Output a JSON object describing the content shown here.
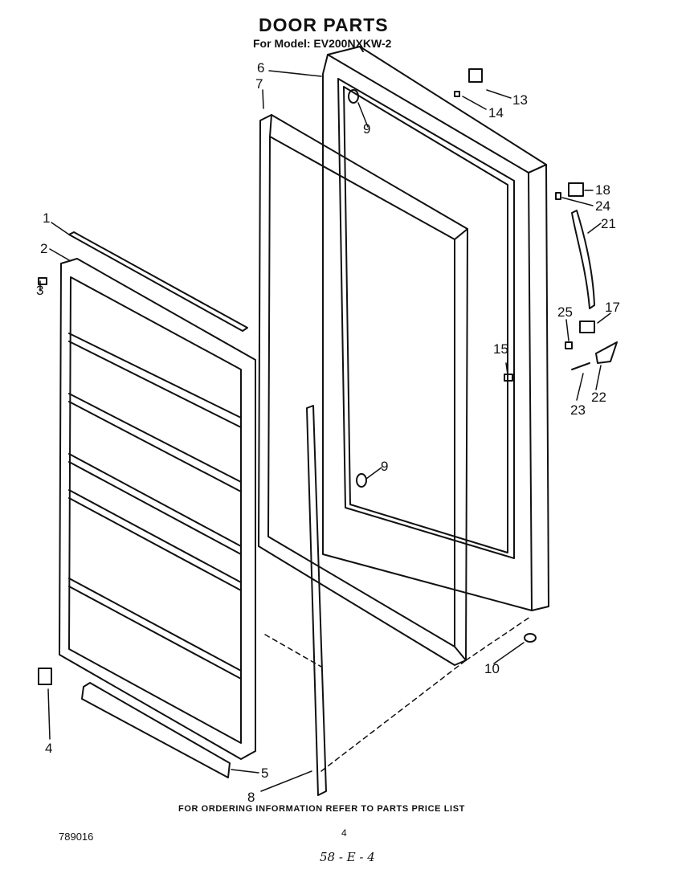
{
  "header": {
    "title": "DOOR PARTS",
    "model_line": "For Model: EV200NXKW-2"
  },
  "footer": {
    "ordering_note": "FOR ORDERING INFORMATION REFER TO PARTS PRICE LIST",
    "page_number": "4",
    "document_id": "789016",
    "handwritten_note": "58 - E - 4"
  },
  "callouts": [
    "1",
    "2",
    "3",
    "4",
    "5",
    "6",
    "7",
    "8",
    "9",
    "9",
    "10",
    "13",
    "14",
    "15",
    "17",
    "18",
    "21",
    "22",
    "23",
    "24",
    "25"
  ]
}
